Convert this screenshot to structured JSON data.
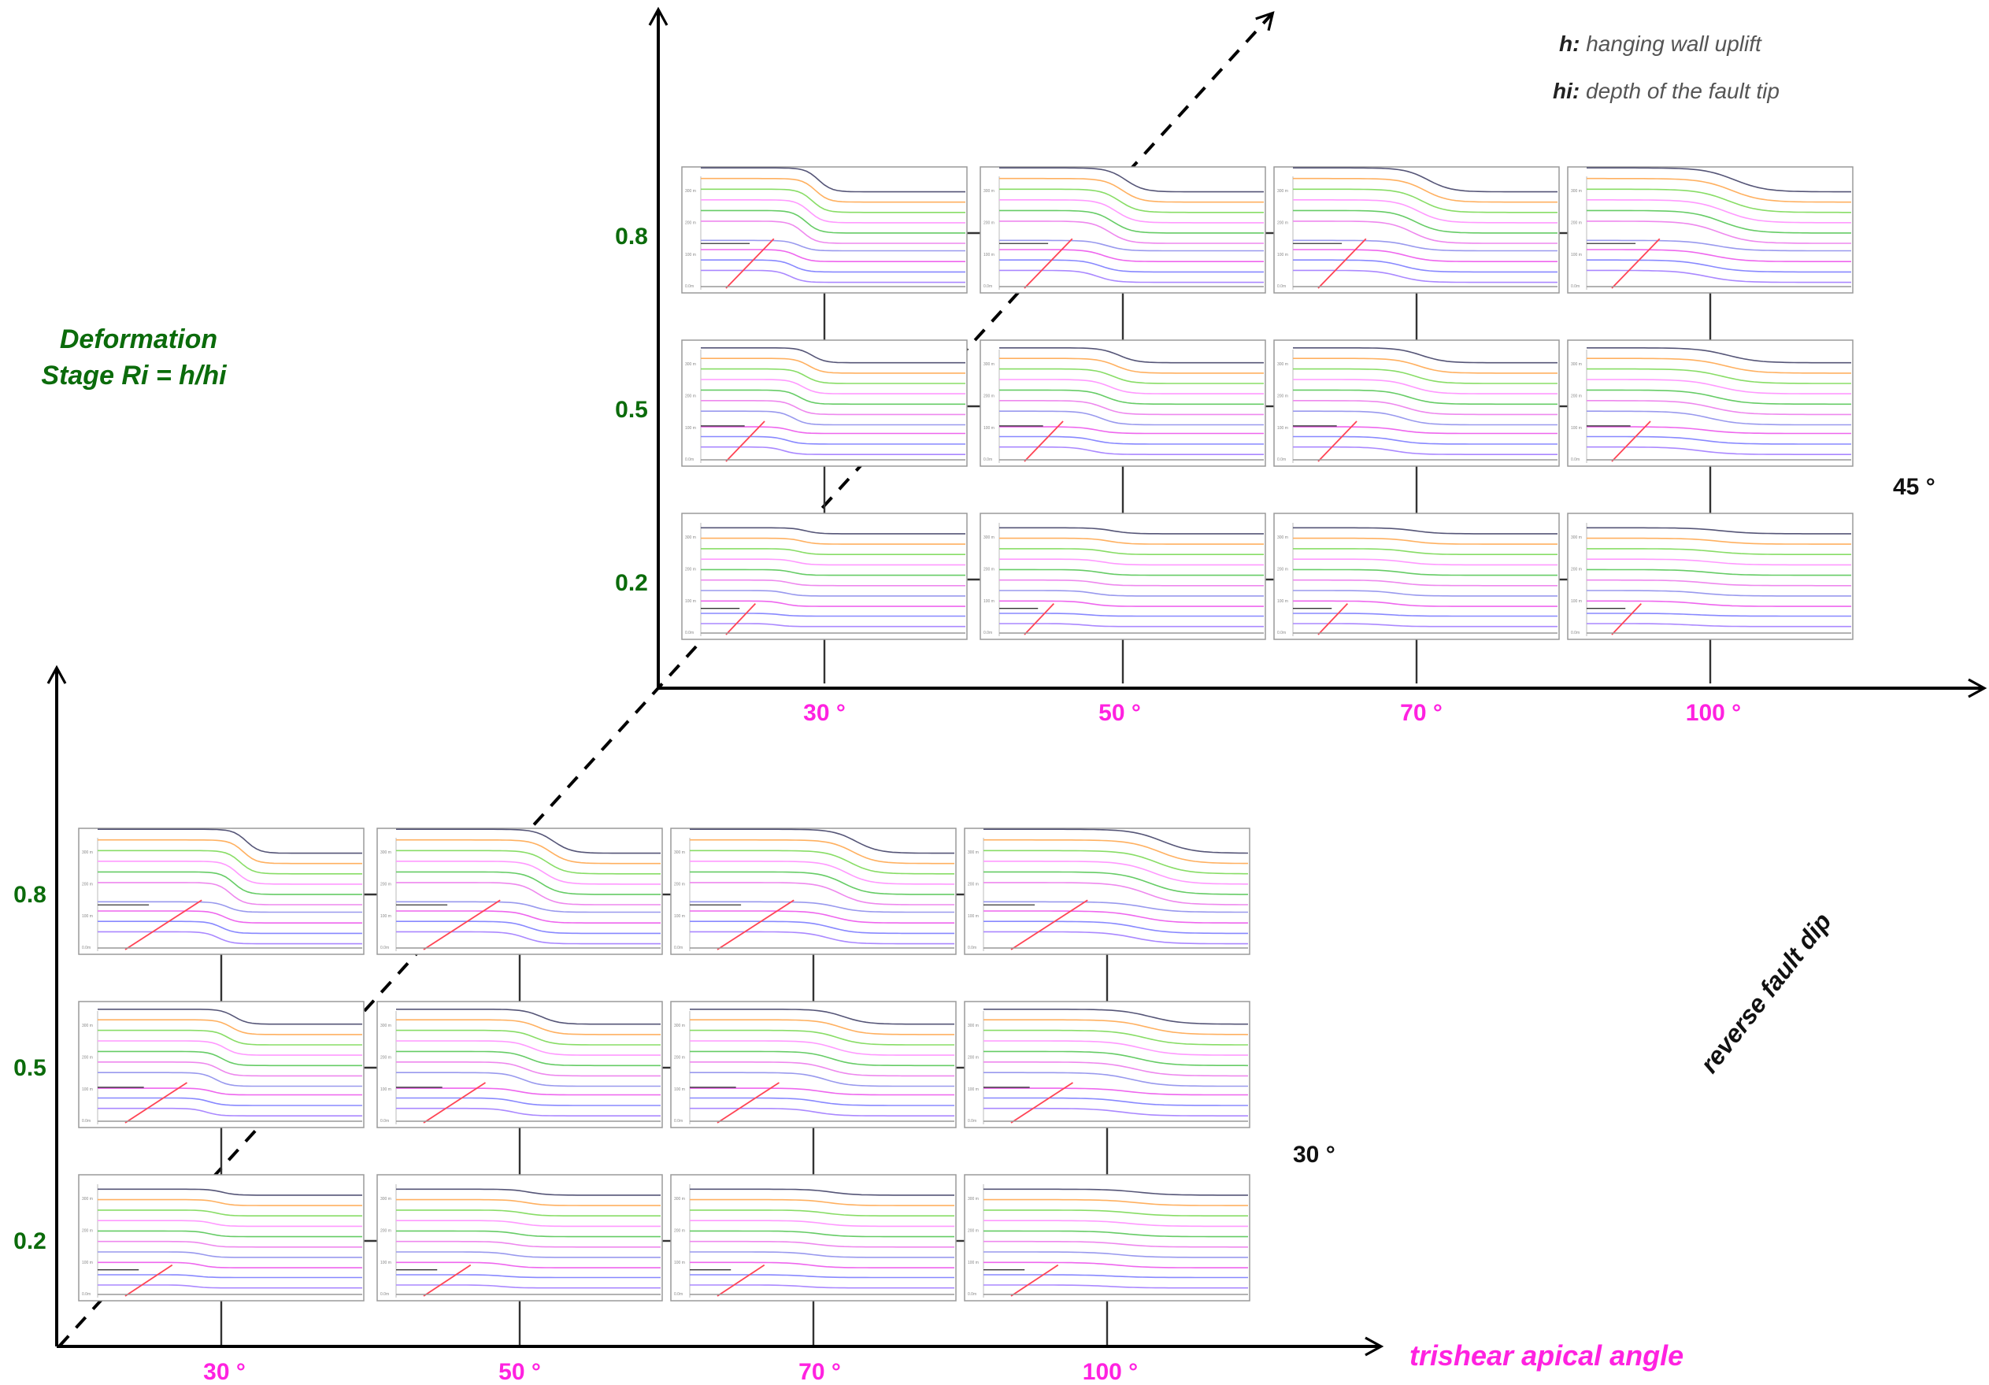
{
  "colors": {
    "axis_label_green": "#0b6b0b",
    "angle_label_magenta": "#ff22e0",
    "dip_label_black": "#111111",
    "legend_grey": "#555555",
    "axis_black": "#000000",
    "fault_red": "#ff4455",
    "panel_border": "#9a9a9a",
    "horizon_colors": [
      "#444466",
      "#ffb060",
      "#88dd66",
      "#ff99ff",
      "#66cc66",
      "#ee88ee",
      "#9999ee",
      "#ee66ee",
      "#8888ff",
      "#aa88ff"
    ]
  },
  "labels": {
    "y_axis_title_line1": "Deformation",
    "y_axis_title_line2": "Stage Ri = h/hi",
    "x_axis_title": "trishear apical angle",
    "depth_axis_title": "reverse fault dip",
    "legend": [
      {
        "key": "h:",
        "text": " hanging wall uplift"
      },
      {
        "key": "hi:",
        "text": " depth of the fault tip"
      }
    ]
  },
  "apical_angles": [
    "30 °",
    "50 °",
    "70 °",
    "100 °"
  ],
  "ri_values": [
    "0.8",
    "0.5",
    "0.2"
  ],
  "fault_dips": [
    "45 °",
    "30 °"
  ],
  "panel_tick_labels": [
    "300 m",
    "200 m",
    "100 m",
    "0.0m"
  ]
}
